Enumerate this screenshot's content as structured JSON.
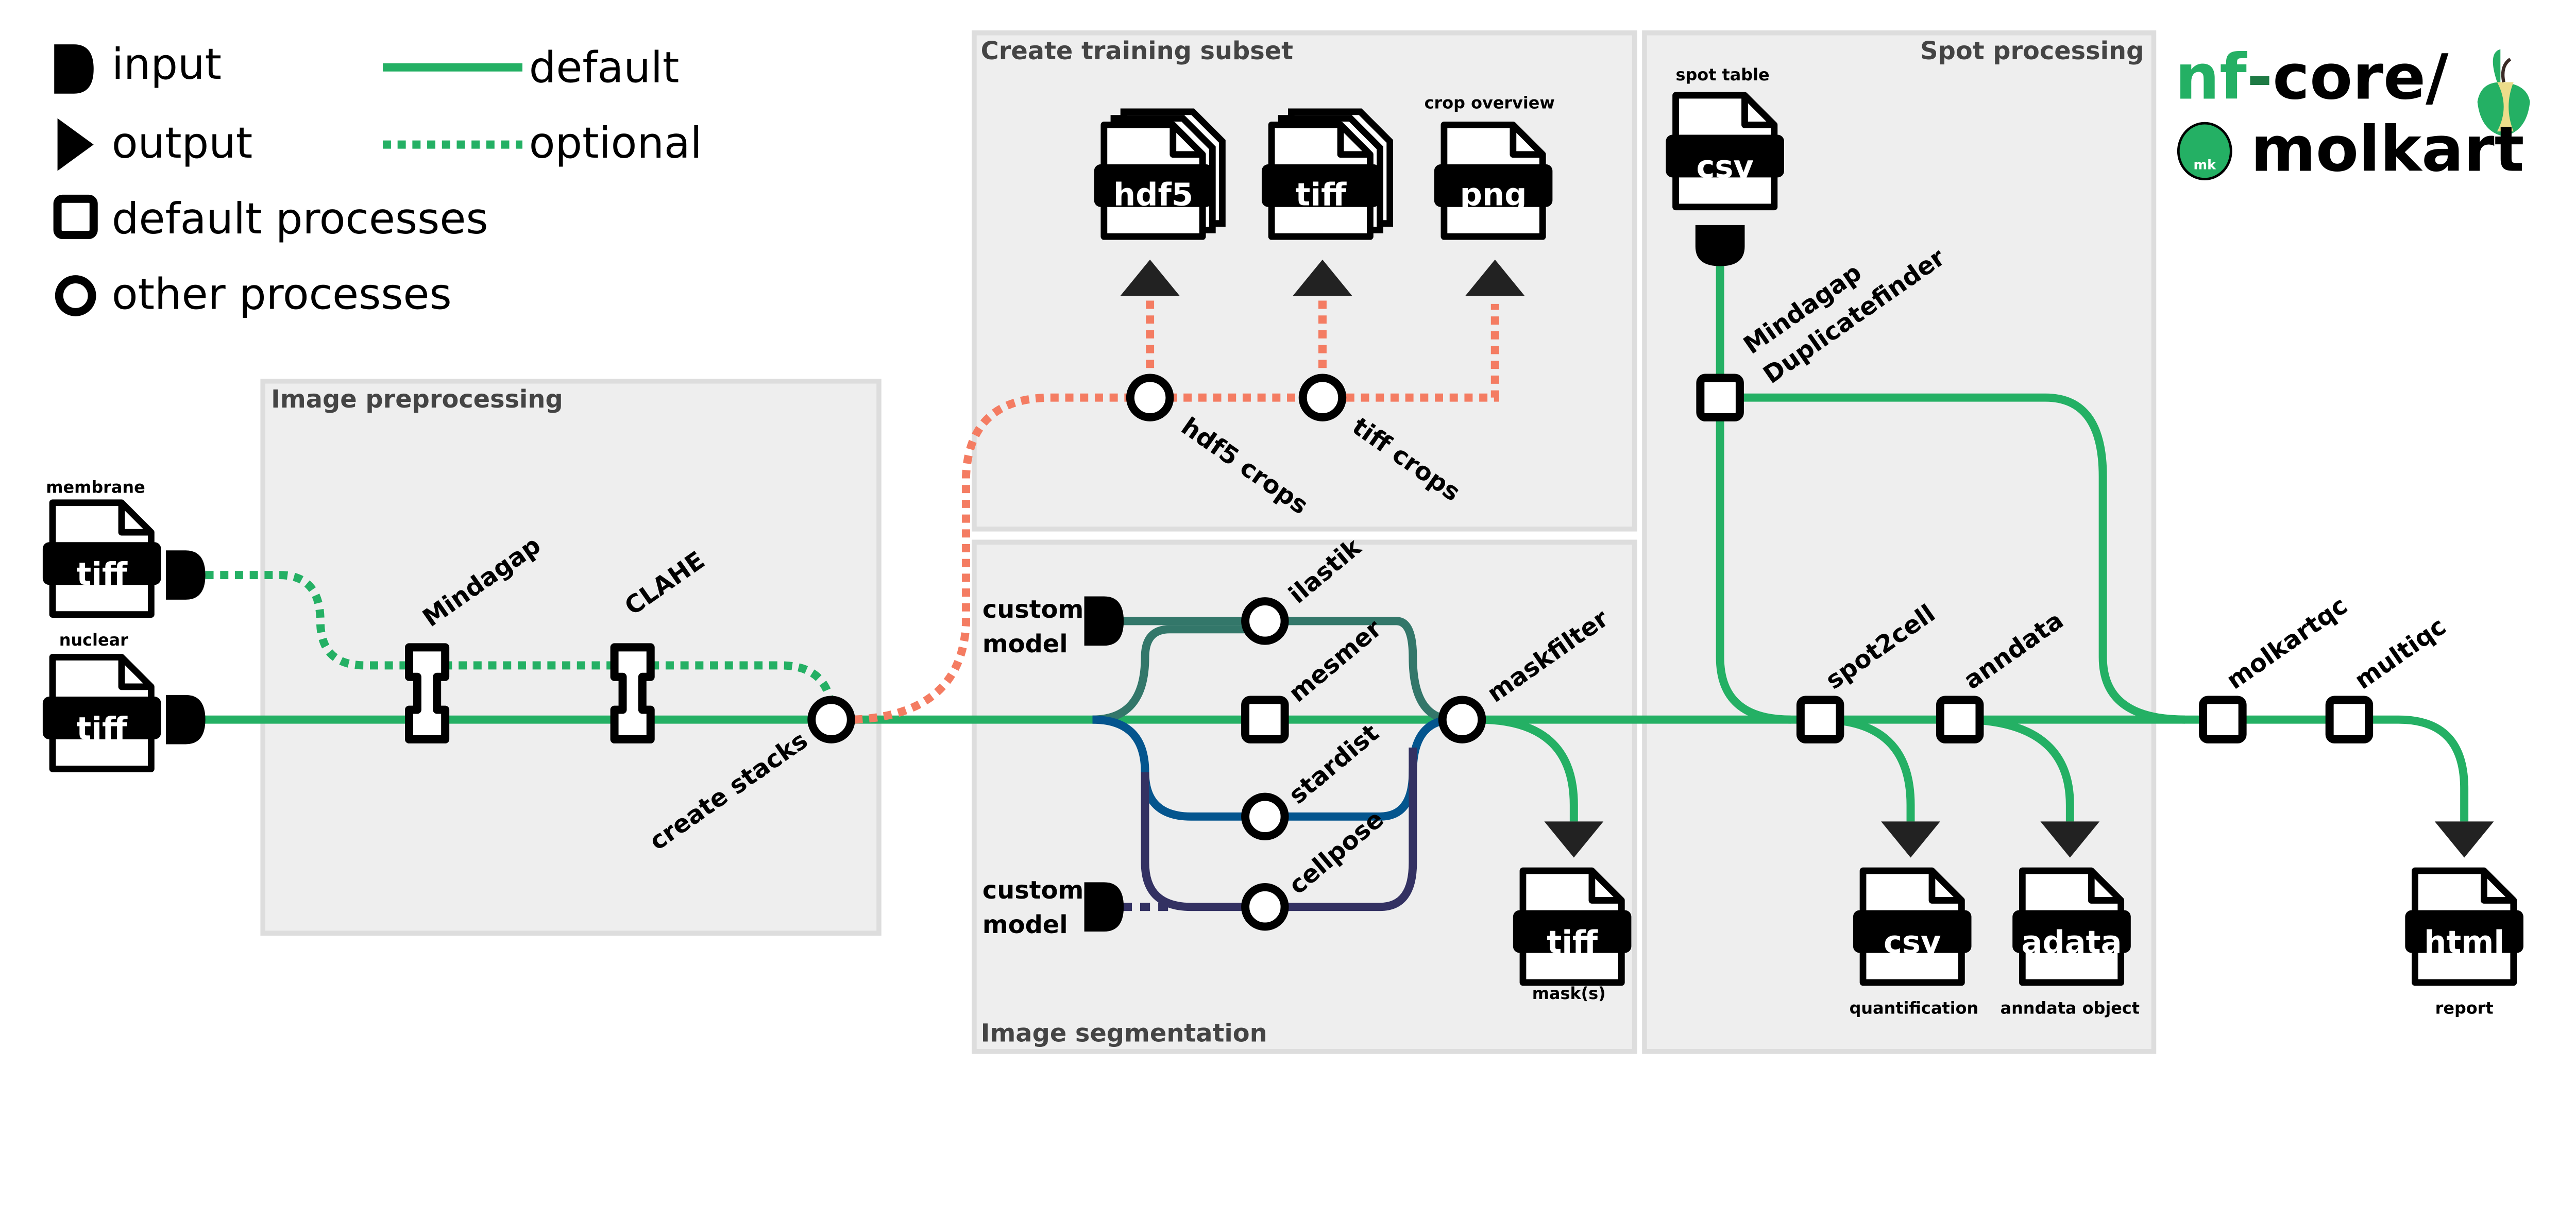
{
  "legend": {
    "input": "input",
    "output": "output",
    "default_processes": "default processes",
    "other_processes": "other processes",
    "default": "default",
    "optional": "optional"
  },
  "colors": {
    "default_line": "#24b064",
    "training_line": "#f47c62",
    "ilastik_mesmer": "#33776a",
    "stardist": "#04558e",
    "cellpose": "#333162",
    "panel": "#eeeeee"
  },
  "panels": {
    "preprocessing": "Image preprocessing",
    "training": "Create training subset",
    "segmentation": "Image segmentation",
    "spot": "Spot processing"
  },
  "inputs": {
    "membrane": {
      "label": "membrane",
      "format": "tiff"
    },
    "nuclear": {
      "label": "nuclear",
      "format": "tiff"
    },
    "custom_model_1": [
      "custom",
      "model"
    ],
    "custom_model_2": [
      "custom",
      "model"
    ],
    "spot_table": {
      "label": "spot table",
      "format": "csv"
    }
  },
  "processes": {
    "mindagap": "Mindagap",
    "clahe": "CLAHE",
    "create_stacks": "create stacks",
    "hdf5_crops": "hdf5 crops",
    "tiff_crops": "tiff crops",
    "ilastik": "ilastik",
    "mesmer": "mesmer",
    "stardist": "stardist",
    "cellpose": "cellpose",
    "maskfilter": "maskfilter",
    "duplicatefinder": [
      "Mindagap",
      "Duplicatefinder"
    ],
    "spot2cell": "spot2cell",
    "anndata": "anndata",
    "molkartqc": "molkartqc",
    "multiqc": "multiqc"
  },
  "outputs": {
    "hdf5": {
      "format": "hdf5"
    },
    "tiff_crops": {
      "format": "tiff"
    },
    "png": {
      "label": "crop overview",
      "format": "png"
    },
    "mask": {
      "label": "mask(s)",
      "format": "tiff"
    },
    "quant": {
      "label": "quantification",
      "format": "csv"
    },
    "adata": {
      "label": "anndata object",
      "format": "adata"
    },
    "report": {
      "label": "report",
      "format": "html"
    }
  },
  "logo": {
    "line1_prefix": "nf",
    "line1_dash": "-",
    "line1_rest": "core/",
    "line2": "molkart",
    "badge": "mk"
  }
}
